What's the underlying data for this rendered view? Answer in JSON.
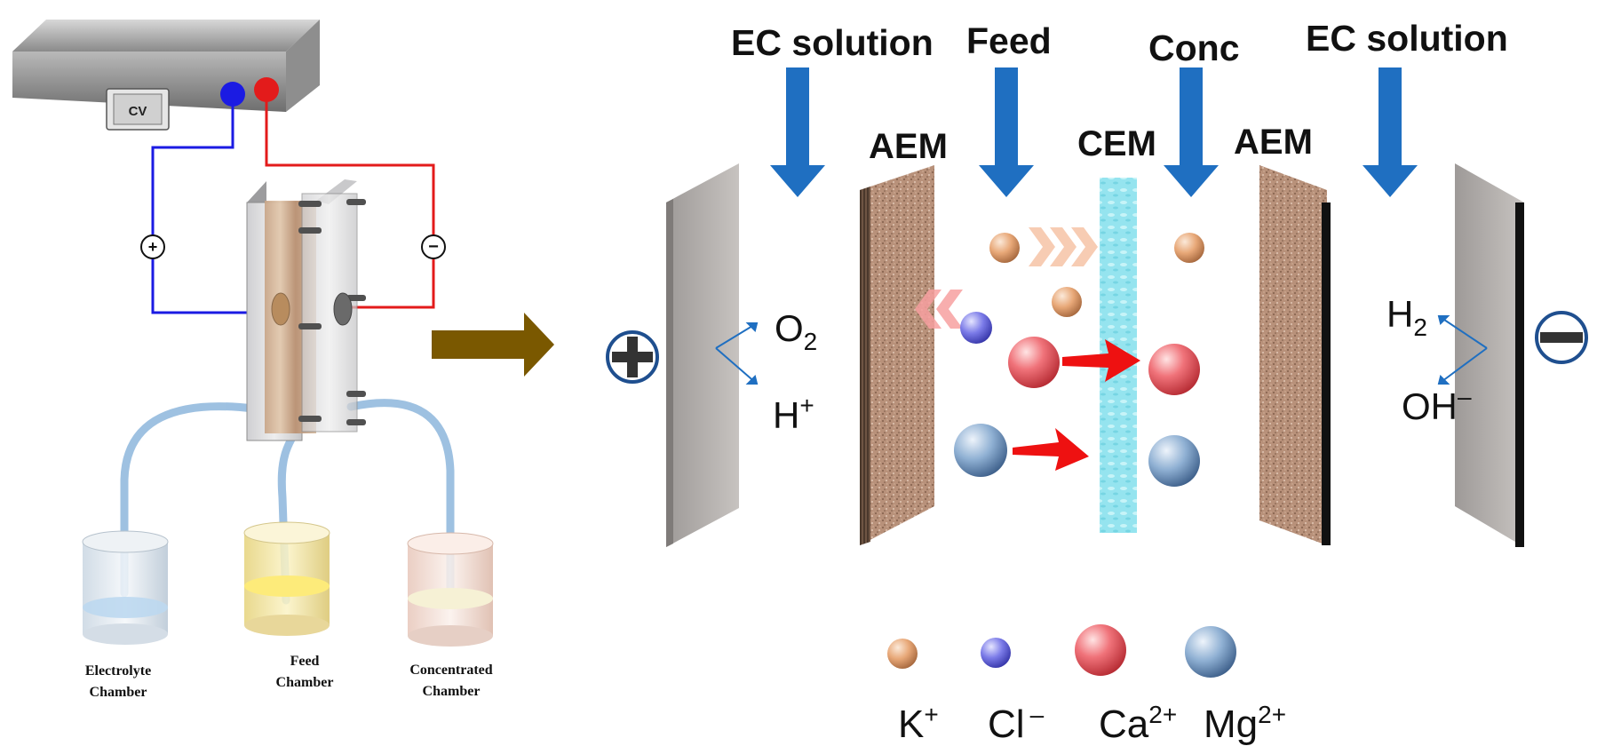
{
  "device": {
    "power_supply_label": "CV",
    "anode_symbol": "+",
    "cathode_symbol": "−"
  },
  "chambers": [
    {
      "line1": "Electrolyte",
      "line2": "Chamber"
    },
    {
      "line1": "Feed",
      "line2": "Chamber"
    },
    {
      "line1": "Concentrated",
      "line2": "Chamber"
    }
  ],
  "streams": {
    "ec_left": "EC solution",
    "feed": "Feed",
    "conc": "Conc",
    "ec_right": "EC solution"
  },
  "membranes": {
    "aem_left": "AEM",
    "cem": "CEM",
    "aem_right": "AEM"
  },
  "anode_products": {
    "o2_base": "O",
    "o2_sub": "2",
    "h_base": "H",
    "h_sup": "+"
  },
  "cathode_products": {
    "h2_base": "H",
    "h2_sub": "2",
    "oh_base": "OH",
    "oh_sup": "–"
  },
  "legend": {
    "k_base": "K",
    "k_sup": "+",
    "cl_base": "Cl",
    "cl_sup": "–",
    "ca_base": "Ca",
    "ca_sup": "2+",
    "mg_base": "Mg",
    "mg_sup": "2+"
  },
  "colors": {
    "stream_arrow": "#1f6fc1",
    "red_wire": "#e31b1b",
    "blue_wire": "#1b1be3",
    "process_arrow": "#7a5800",
    "cem_fill": "#8fe3ee",
    "aem_fill": "#b8917a",
    "electrode_fill": "#b9b5b2"
  }
}
